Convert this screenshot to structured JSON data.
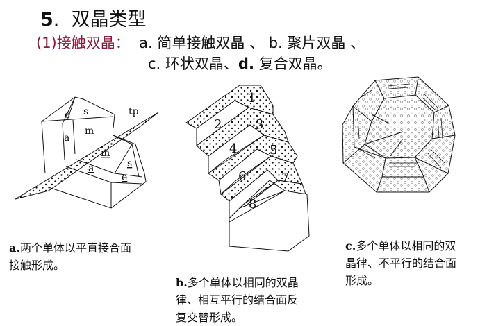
{
  "heading": {
    "number": "5",
    "dot": ".",
    "title": "双晶类型"
  },
  "subheading": {
    "label": "(1)接触双晶",
    "colon": "：",
    "line1_a_prefix": "a.",
    "line1_a_text": "简单接触双晶 、",
    "line1_b_prefix": "b.",
    "line1_b_text": "聚片双晶 、",
    "line2_c_prefix": "c.",
    "line2_c_text": "环状双晶、",
    "line2_d_prefix": "d.",
    "line2_d_text": "复合双晶。",
    "label_color": "#8b1a3a"
  },
  "figures": {
    "a": {
      "labels": [
        "e",
        "s",
        "m",
        "a",
        "tp",
        "m",
        "a",
        "s",
        "e"
      ]
    },
    "b": {
      "labels": [
        "1",
        "2",
        "3",
        "4",
        "5",
        "6",
        "7",
        "8"
      ]
    },
    "c": {}
  },
  "captions": {
    "a": {
      "prefix": "a.",
      "line1": "两个单体以平直接合面",
      "line2": "接触形成。"
    },
    "b": {
      "prefix": "b.",
      "line1": "多个单体以相同的双晶",
      "line2": "律、相互平行的结合面反",
      "line3": "复交替形成。"
    },
    "c": {
      "prefix": "c.",
      "line1": "多个单体以相同的双",
      "line2": "晶律、不平行的结合面",
      "line3": "形成。"
    }
  }
}
